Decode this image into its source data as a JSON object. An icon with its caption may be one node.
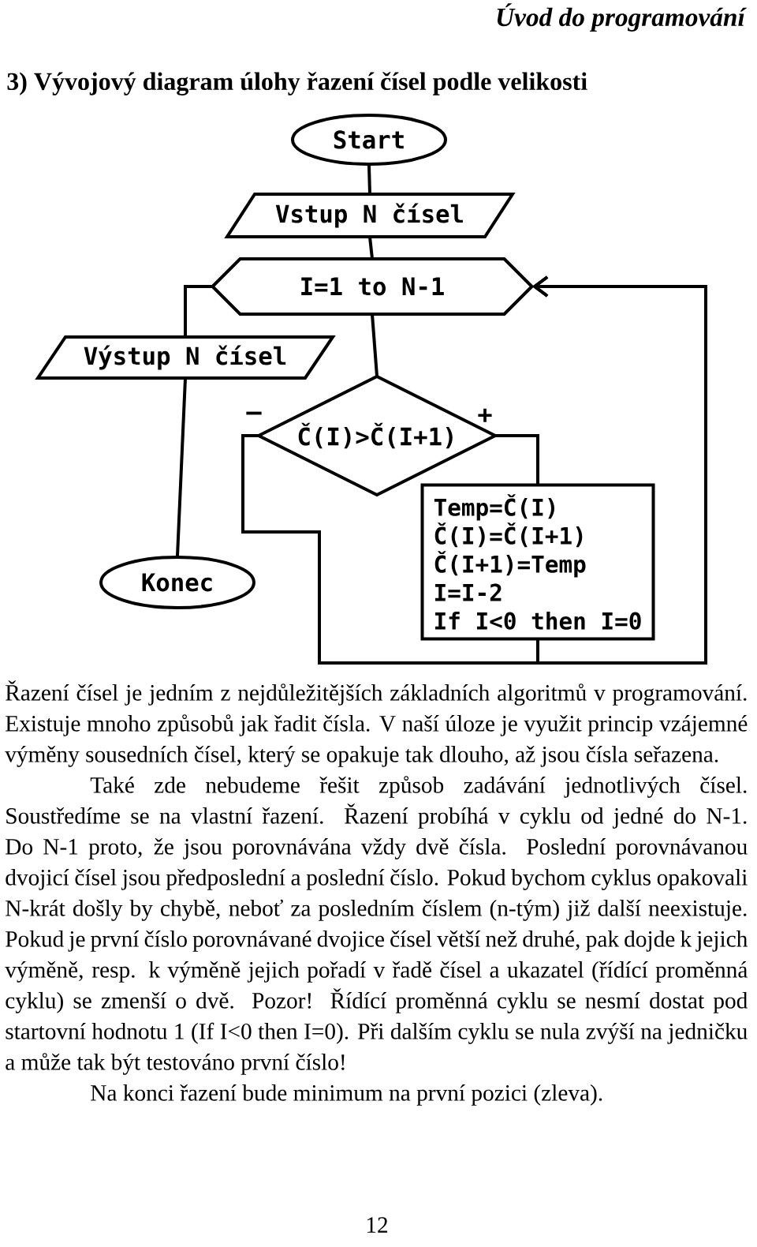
{
  "diagram": {
    "title": "3) Vývojový diagram úlohy řazení čísel podle velikosti",
    "nodes": [
      {
        "text": [
          "Start"
        ]
      },
      {
        "text": [
          "Vstup N čísel"
        ]
      },
      {
        "text": [
          "I=1 to N-1"
        ]
      },
      {
        "text": [
          "Výstup N čísel"
        ]
      },
      {
        "text": [
          "Konec"
        ]
      },
      {
        "text": [
          "Č(I)>Č(I+1)"
        ]
      },
      {
        "text": [
          "Temp=Č(I)",
          "Č(I)=Č(I+1)",
          "Č(I+1)=Temp",
          "I=I-2",
          "If I<0 then I=0"
        ]
      }
    ],
    "edges": [
      {
        "from": 0,
        "to": 1,
        "arrow": "none"
      },
      {
        "from": 1,
        "to": 2,
        "arrow": "none"
      },
      {
        "from": 2,
        "to": 3,
        "arrow": "none"
      },
      {
        "from": 3,
        "to": 4,
        "arrow": "none"
      },
      {
        "from": 2,
        "to": 5,
        "arrow": "none"
      },
      {
        "from": 5,
        "to": 6,
        "arrow": "none",
        "label": "+"
      },
      {
        "from": 5,
        "to": 2,
        "arrow": "to",
        "label": "–"
      },
      {
        "from": 6,
        "to": 2,
        "arrow": "to"
      }
    ],
    "labels": [
      "Úvod do programování",
      "Řazení čísel je jedním z nejdůležitějších základních algoritmů v programování. Existuje mnoho způsobů jak řadit čísla. V naší úloze je využit princip vzájemné výměny sousedních čísel, který se opakuje tak dlouho, až jsou čísla seřazena.",
      "Také zde nebudeme řešit způsob zadávání jednotlivých čísel. Soustředíme se na vlastní řazení. Řazení probíhá v cyklu od jedné do N-1. Do N-1 proto, že jsou porovnávána vždy dvě čísla. Poslední porovnávanou dvojicí čísel jsou předposlední a poslední číslo. Pokud bychom cyklus opakovali N-krát došly by chybě, neboť za posledním číslem (n-tým) již další neexistuje. Pokud je první číslo porovnávané dvojice čísel větší než druhé, pak dojde k jejich výměně, resp. k výměně jejich pořadí v řadě čísel a ukazatel (řídící proměnná cyklu) se zmenší o dvě. Pozor! Řídící proměnná cyklu se nesmí dostat pod startovní hodnotu 1 (If I<0 then I=0). Při dalším cyklu se nula zvýší na jedničku a může tak být testováno první číslo!",
      "Na konci řazení bude minimum na první pozici (zleva).",
      "12"
    ]
  }
}
